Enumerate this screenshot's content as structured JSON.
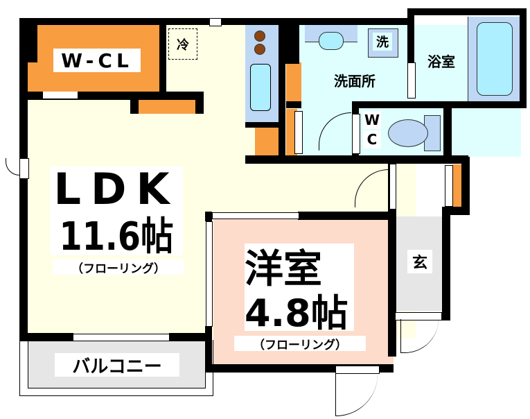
{
  "floorplan": {
    "rooms": {
      "ldk": {
        "label": "LDK",
        "size": "11.6帖",
        "floor": "（フローリング）"
      },
      "western": {
        "label": "洋室",
        "size": "4.8帖",
        "floor": "（フローリング）"
      },
      "wcl": {
        "label": "W-CL"
      },
      "washroom": {
        "label": "洗面所"
      },
      "bath": {
        "label": "浴室"
      },
      "wc": {
        "label": "W\nC",
        "line1": "W",
        "line2": "C"
      },
      "entrance": {
        "label": "玄"
      },
      "balcony": {
        "label": "バルコニー"
      }
    },
    "fixtures": {
      "fridge": "冷",
      "washer": "洗"
    },
    "colors": {
      "wall": "#000000",
      "ldk_floor": "#FFFFE6",
      "western_floor": "#FDDCCB",
      "wet_area": "#DFFFFF",
      "fixture_blue": "#BDD7F5",
      "storage_orange": "#F99D41",
      "balcony_gray": "#E6E6E6",
      "burner_brown": "#8B4513"
    }
  }
}
